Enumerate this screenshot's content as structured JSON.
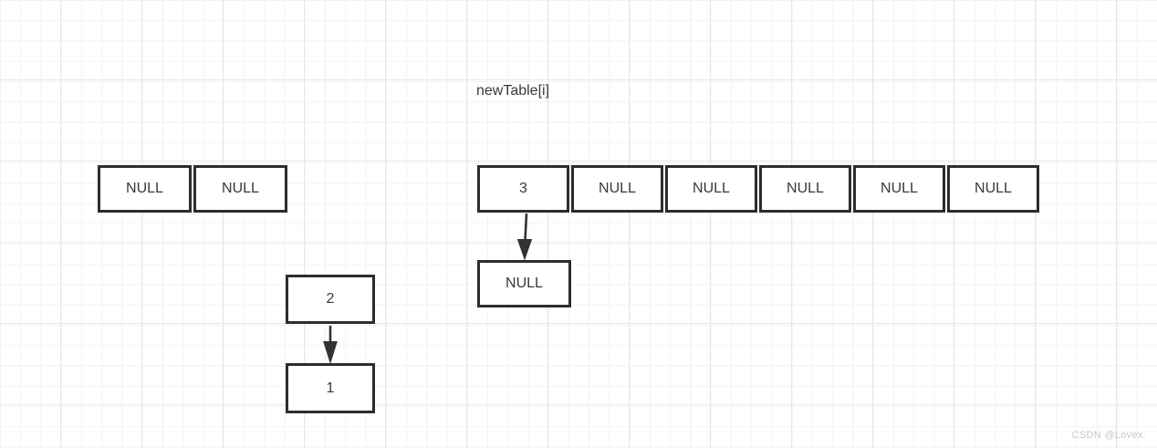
{
  "title": "newTable[i]",
  "old_table": {
    "cells": [
      "NULL",
      "NULL"
    ]
  },
  "new_table": {
    "cells": [
      "3",
      "NULL",
      "NULL",
      "NULL",
      "NULL",
      "NULL"
    ]
  },
  "overflow_node": {
    "label": "NULL"
  },
  "chain": {
    "node_2": "2",
    "node_1": "1"
  },
  "watermark": "CSDN @Lovex.",
  "colors": {
    "background": "#ffffff",
    "grid_minor": "#f2f2f4",
    "grid_major": "#e7e7ea",
    "shape_stroke": "#2d2d2d",
    "shape_fill": "#ffffff",
    "text": "#383838",
    "watermark_text": "#c7c7cc"
  }
}
